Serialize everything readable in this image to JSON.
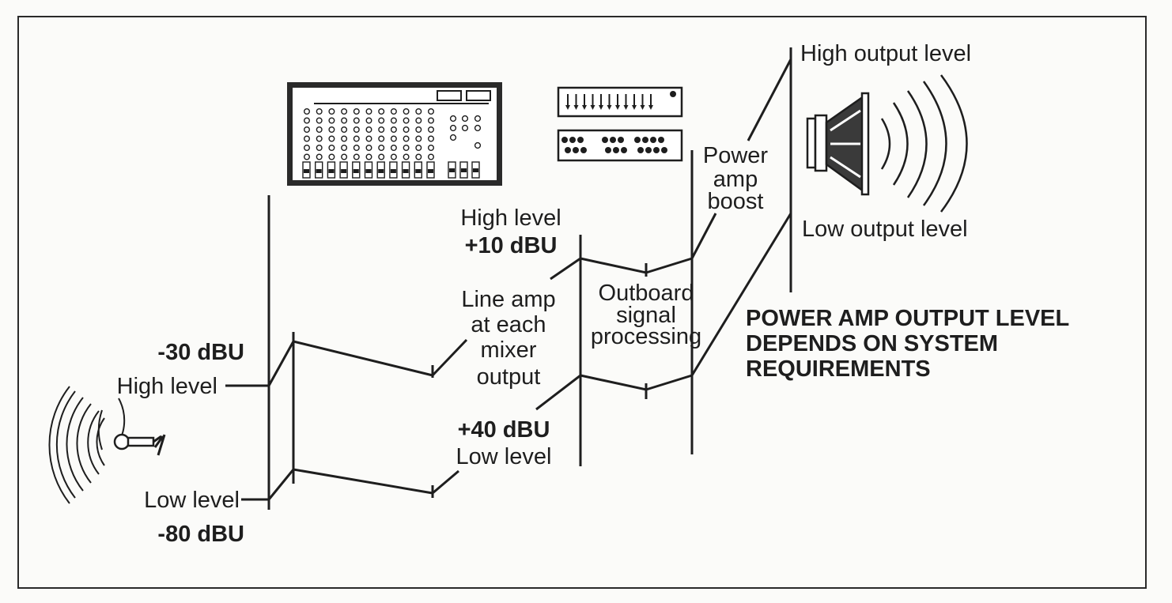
{
  "labels": {
    "mic_high_level": "High level",
    "mic_high_dbu": "-30 dBU",
    "mic_low_level": "Low level",
    "mic_low_dbu": "-80 dBU",
    "line_high_level": "High level",
    "line_high_dbu": "+10 dBU",
    "line_low_dbu": "+40 dBU",
    "line_low_level": "Low level",
    "line_amp": [
      "Line amp",
      "at each",
      "mixer",
      "output"
    ],
    "outboard": [
      "Outboard",
      "signal",
      "processing"
    ],
    "power_amp": [
      "Power",
      "amp",
      "boost"
    ],
    "high_output": "High output level",
    "low_output": "Low output level",
    "note": [
      "POWER AMP OUTPUT LEVEL",
      "DEPENDS ON SYSTEM",
      "REQUIREMENTS"
    ]
  },
  "icons": [
    "microphone-icon",
    "mixer-console-icon",
    "equalizer-rack-icon",
    "processor-rack-icon",
    "loudspeaker-icon"
  ],
  "colors": {
    "ink": "#1e1e1e",
    "paper": "#fbfbf9"
  }
}
